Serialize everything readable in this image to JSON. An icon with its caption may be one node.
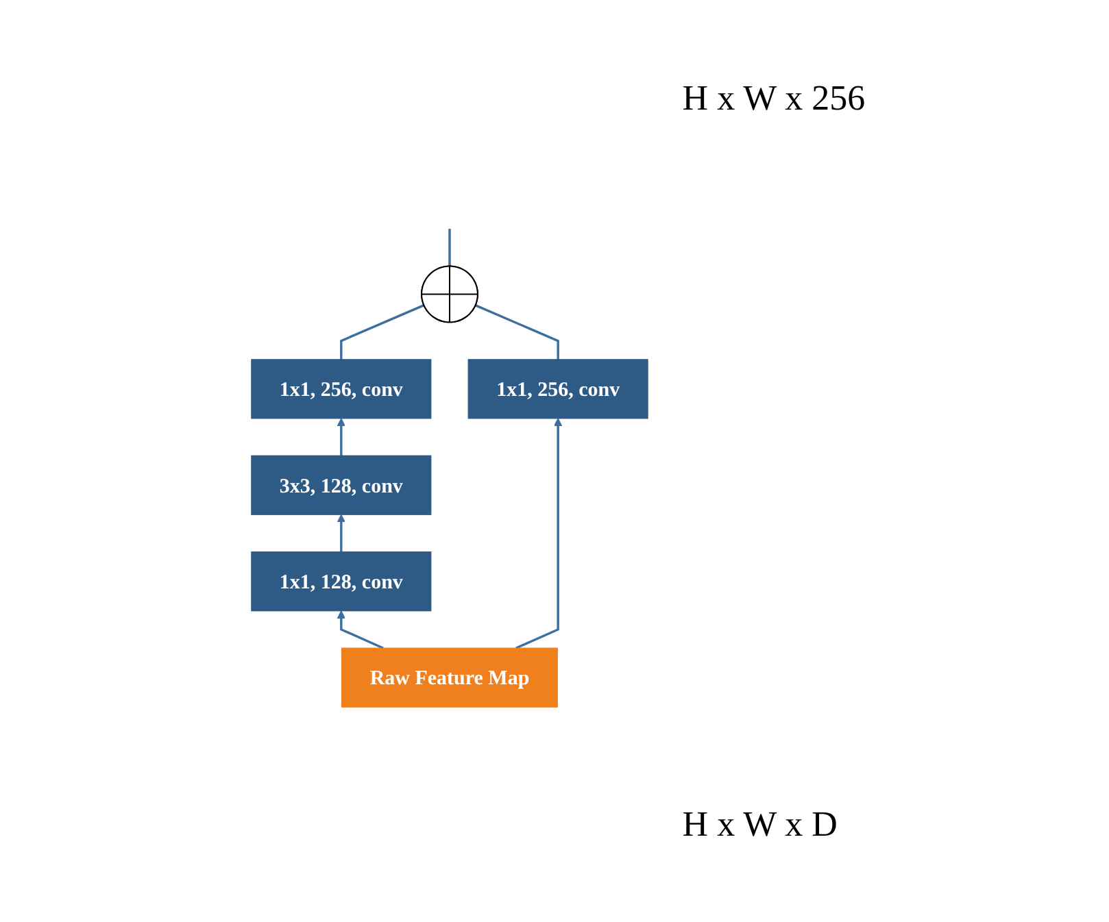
{
  "diagram": {
    "nodes": [
      {
        "text": [
          "Raw Feature Map"
        ]
      },
      {
        "text": [
          "1x1, 128, conv"
        ]
      },
      {
        "text": [
          "3x3, 128, conv"
        ]
      },
      {
        "text": [
          "1x1, 256, conv"
        ]
      },
      {
        "text": [
          "1x1, 256, conv"
        ]
      },
      {
        "text": [],
        "shape": "circle"
      }
    ],
    "edges": [
      {
        "from": 0,
        "to": 1,
        "arrow": "to"
      },
      {
        "from": 0,
        "to": 4,
        "arrow": "to"
      },
      {
        "from": 1,
        "to": 2,
        "arrow": "to"
      },
      {
        "from": 2,
        "to": 3,
        "arrow": "to"
      },
      {
        "from": 3,
        "to": 5,
        "arrow": "none"
      },
      {
        "from": 4,
        "to": 5,
        "arrow": "none"
      },
      {
        "from": 5,
        "to": null,
        "arrow": "none"
      }
    ],
    "labels": [
      "H x W x 256",
      "H x W x D"
    ]
  }
}
